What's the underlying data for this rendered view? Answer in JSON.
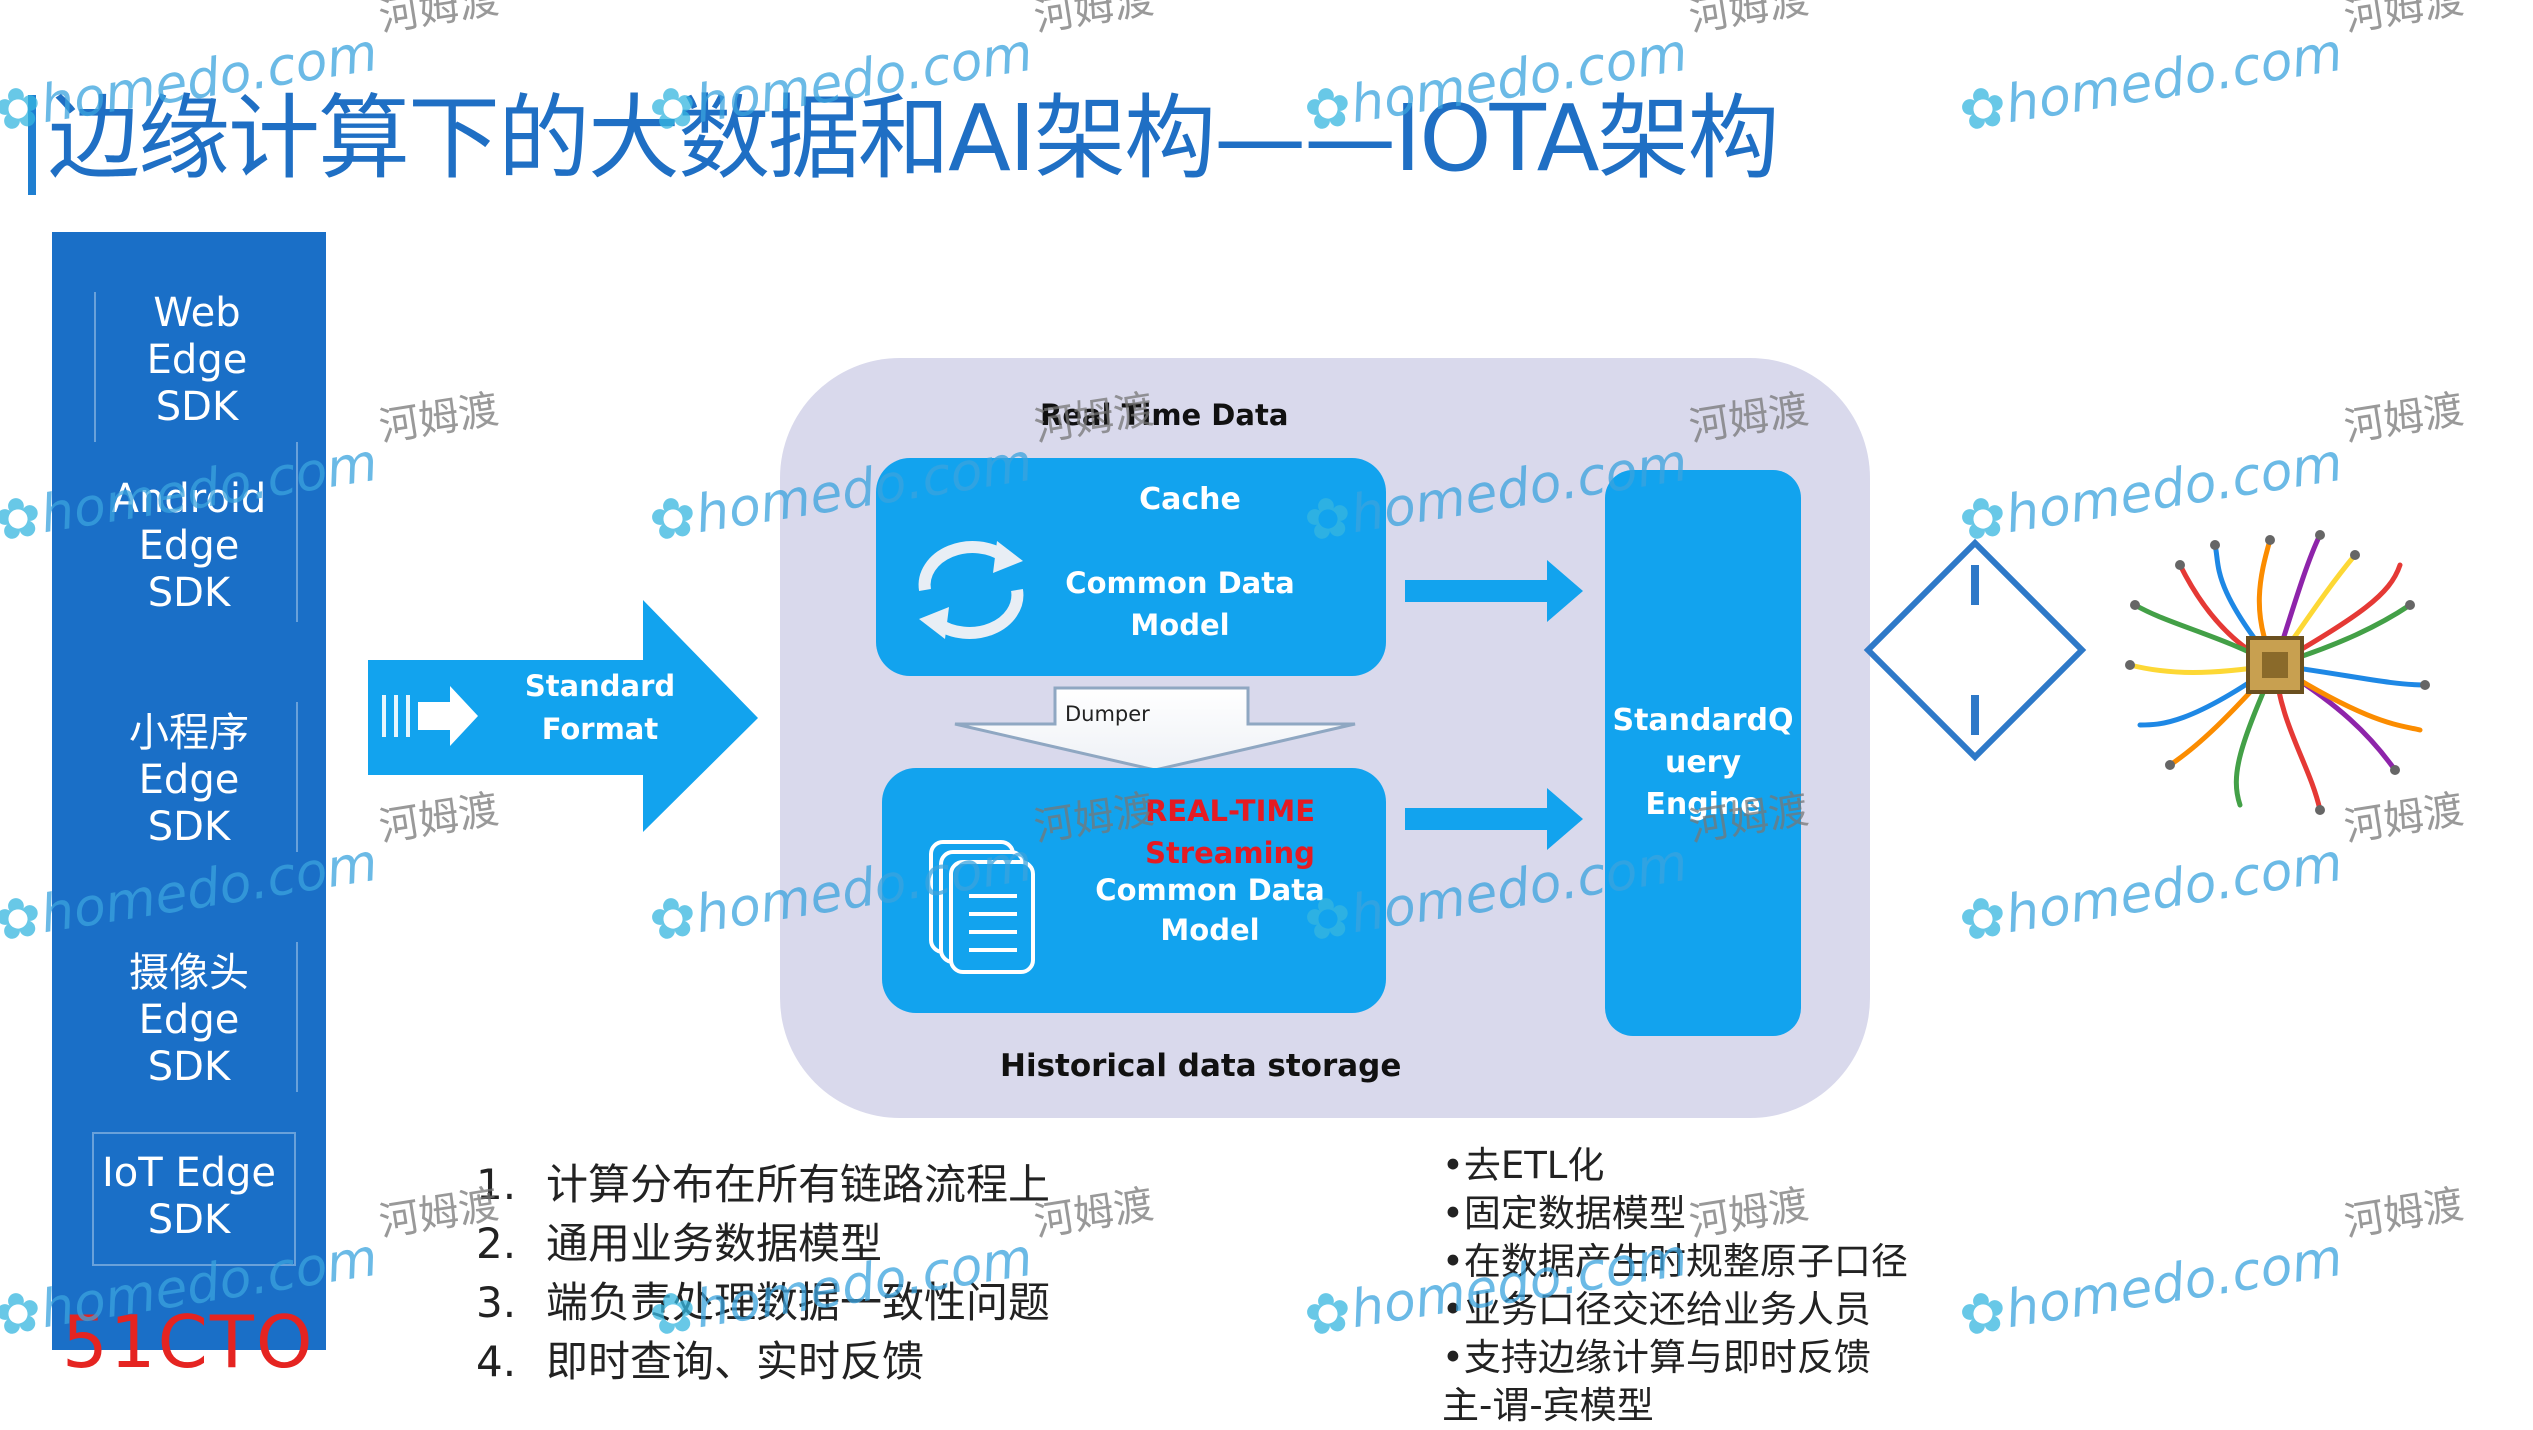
{
  "title": "边缘计算下的大数据和AI架构——IOTA架构",
  "sdk_column": {
    "items": [
      {
        "lines": [
          "Web",
          "Edge",
          "SDK"
        ]
      },
      {
        "lines": [
          "Android",
          "Edge",
          "SDK"
        ]
      },
      {
        "lines": [
          "小程序",
          "Edge",
          "SDK"
        ]
      },
      {
        "lines": [
          "摄像头",
          "Edge",
          "SDK"
        ]
      },
      {
        "lines": [
          "IoT Edge",
          "SDK"
        ]
      }
    ]
  },
  "logo_text": "51CTO",
  "standard_format": {
    "line1": "Standard",
    "line2": "Format"
  },
  "panel": {
    "realtime_label": "Real Time Data",
    "historical_label": "Historical data storage",
    "cache": {
      "title": "Cache",
      "cdm_line1": "Common Data",
      "cdm_line2": "Model"
    },
    "dumper": "Dumper",
    "streaming": {
      "red_line1": "REAL-TIME",
      "red_line2": "Streaming",
      "cdm_line1": "Common Data",
      "cdm_line2": "Model"
    },
    "engine": {
      "line1": "StandardQ",
      "line2": "uery",
      "line3": "Engine"
    }
  },
  "numbered_list": [
    {
      "num": "1.",
      "text": "计算分布在所有链路流程上"
    },
    {
      "num": "2.",
      "text": "通用业务数据模型"
    },
    {
      "num": "3.",
      "text": "端负责处理数据一致性问题"
    },
    {
      "num": "4.",
      "text": "即时查询、实时反馈"
    }
  ],
  "bullet_list": [
    "•去ETL化",
    "•固定数据模型",
    "•在数据产生时规整原子口径",
    "•业务口径交还给业务人员",
    "•支持边缘计算与即时反馈",
    "主-谓-宾模型"
  ],
  "watermark": {
    "site": "homedo.com",
    "cn": "河姆渡",
    "flower_icon": "flower-icon"
  },
  "colors": {
    "title": "#1f6fc4",
    "sdk_panel": "#1a6fc7",
    "box_blue": "#12a3ee",
    "panel_bg": "#d9d9ec",
    "alert_red": "#e41b23",
    "logo_red": "#e52421"
  }
}
